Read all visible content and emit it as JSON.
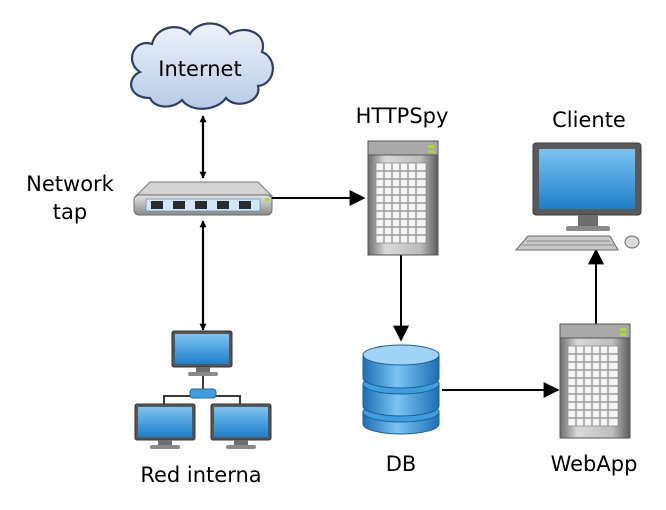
{
  "labels": {
    "internet": "Internet",
    "network_tap_line1": "Network",
    "network_tap_line2": "tap",
    "httpspy": "HTTPSpy",
    "cliente": "Cliente",
    "red_interna": "Red interna",
    "db": "DB",
    "webapp": "WebApp"
  },
  "colors": {
    "cloud_fill": "#c9d9ee",
    "screen_blue": "#3f9ee0",
    "db_blue": "#2e8fd6",
    "arrow": "#000000"
  },
  "nodes": [
    {
      "id": "internet",
      "icon": "cloud-icon"
    },
    {
      "id": "network-tap",
      "icon": "network-switch-icon"
    },
    {
      "id": "httpspy",
      "icon": "server-tower-icon"
    },
    {
      "id": "cliente",
      "icon": "desktop-computer-icon"
    },
    {
      "id": "red-interna",
      "icon": "network-computers-icon"
    },
    {
      "id": "db",
      "icon": "database-icon"
    },
    {
      "id": "webapp",
      "icon": "server-tower-icon"
    }
  ],
  "edges": [
    {
      "from": "internet",
      "to": "network-tap",
      "direction": "both"
    },
    {
      "from": "network-tap",
      "to": "red-interna",
      "direction": "both"
    },
    {
      "from": "network-tap",
      "to": "httpspy",
      "direction": "forward"
    },
    {
      "from": "httpspy",
      "to": "db",
      "direction": "forward"
    },
    {
      "from": "db",
      "to": "webapp",
      "direction": "forward"
    },
    {
      "from": "webapp",
      "to": "cliente",
      "direction": "forward"
    }
  ]
}
